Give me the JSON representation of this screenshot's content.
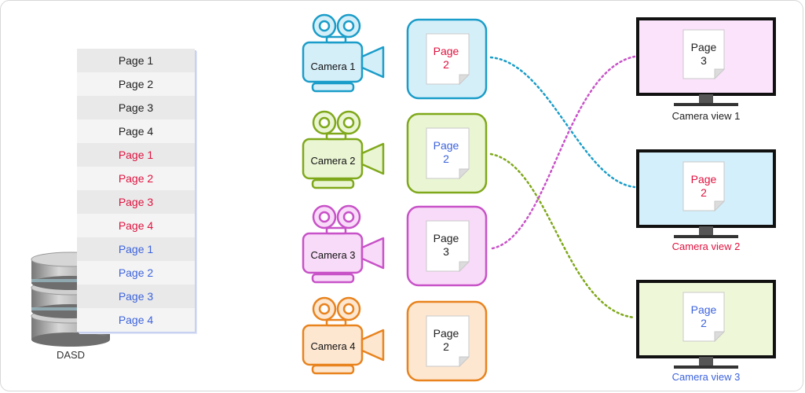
{
  "colors": {
    "red": "#e0123f",
    "blue": "#3d63dd",
    "dark": "#222222",
    "cam1": "#1a9dc9",
    "cam1_fill": "#d5eff9",
    "cam2": "#7fa81a",
    "cam2_fill": "#eaf5d3",
    "cam3": "#c852c8",
    "cam3_fill": "#f8dbf8",
    "cam4": "#e8831e",
    "cam4_fill": "#fde7d1"
  },
  "dasd": {
    "label": "DASD",
    "pages": [
      {
        "label": "Page 1",
        "color": "#222222"
      },
      {
        "label": "Page 2",
        "color": "#222222"
      },
      {
        "label": "Page 3",
        "color": "#222222"
      },
      {
        "label": "Page 4",
        "color": "#222222"
      },
      {
        "label": "Page 1",
        "color": "#e0123f"
      },
      {
        "label": "Page 2",
        "color": "#e0123f"
      },
      {
        "label": "Page 3",
        "color": "#e0123f"
      },
      {
        "label": "Page 4",
        "color": "#e0123f"
      },
      {
        "label": "Page 1",
        "color": "#3d63dd"
      },
      {
        "label": "Page 2",
        "color": "#3d63dd"
      },
      {
        "label": "Page 3",
        "color": "#3d63dd"
      },
      {
        "label": "Page 4",
        "color": "#3d63dd"
      }
    ]
  },
  "cameras": [
    {
      "label": "Camera 1",
      "page_word": "Page",
      "page_num": "2",
      "page_color": "#e0123f"
    },
    {
      "label": "Camera 2",
      "page_word": "Page",
      "page_num": "2",
      "page_color": "#3d63dd"
    },
    {
      "label": "Camera 3",
      "page_word": "Page",
      "page_num": "3",
      "page_color": "#222222"
    },
    {
      "label": "Camera 4",
      "page_word": "Page",
      "page_num": "2",
      "page_color": "#222222"
    }
  ],
  "views": [
    {
      "label": "Camera view 1",
      "label_color": "#222222",
      "page_word": "Page",
      "page_num": "3",
      "page_color": "#222222",
      "screen_color": "#fbe3fb"
    },
    {
      "label": "Camera view 2",
      "label_color": "#e0123f",
      "page_word": "Page",
      "page_num": "2",
      "page_color": "#e0123f",
      "screen_color": "#d3effb"
    },
    {
      "label": "Camera view 3",
      "label_color": "#3d63dd",
      "page_word": "Page",
      "page_num": "2",
      "page_color": "#3d63dd",
      "screen_color": "#eef7d8"
    }
  ]
}
